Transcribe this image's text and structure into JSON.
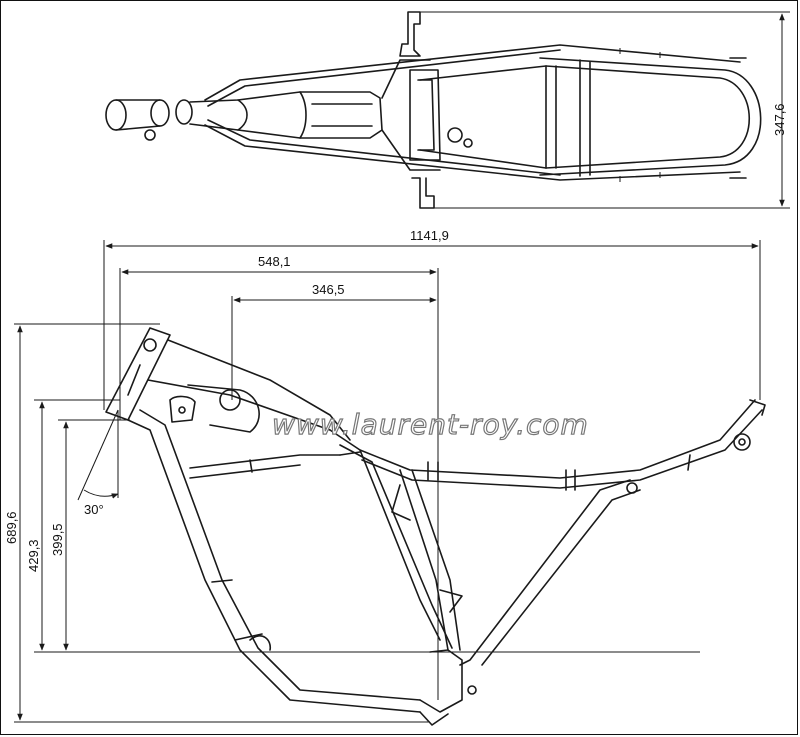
{
  "dimensions": {
    "overall_length": "1141,9",
    "length_a": "548,1",
    "length_b": "346,5",
    "top_width": "347,6",
    "height_total": "689,6",
    "height_b": "429,3",
    "height_c": "399,5",
    "rake_angle": "30°"
  },
  "watermark": "www.laurent-roy.com",
  "colors": {
    "ink": "#1a1a1a",
    "paper": "#ffffff",
    "watermark_outline": "#777777"
  }
}
